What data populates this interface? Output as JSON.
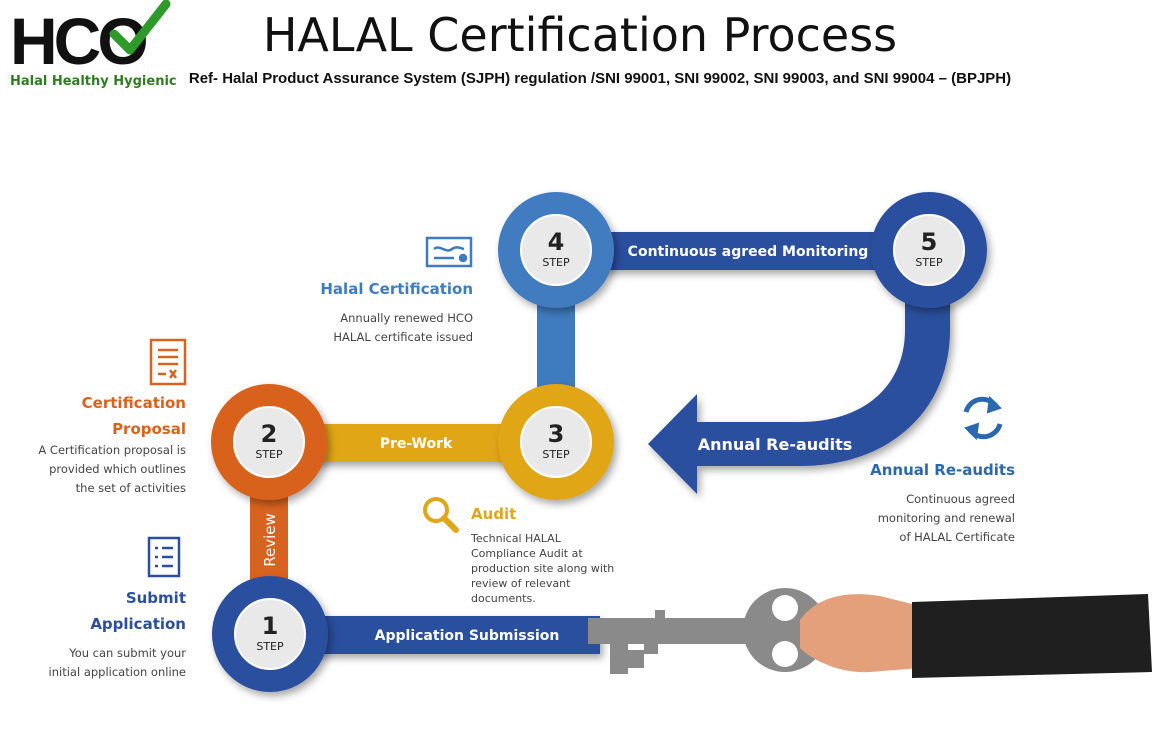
{
  "header": {
    "logo_text": "HCO",
    "logo_tagline": "Halal Healthy Hygienic",
    "title": "HALAL Certification Process",
    "subtitle": "Ref- Halal Product Assurance System (SJPH) regulation /SNI 99001, SNI 99002, SNI 99003, and SNI 99004 – (BPJPH)"
  },
  "colors": {
    "blue_dark": "#2b4f9e",
    "blue_light": "#3f7bbf",
    "orange": "#d8621f",
    "gold": "#e0a615",
    "grey_key": "#8a8a8a"
  },
  "steps": [
    {
      "number": "1",
      "label": "STEP"
    },
    {
      "number": "2",
      "label": "STEP"
    },
    {
      "number": "3",
      "label": "STEP"
    },
    {
      "number": "4",
      "label": "STEP"
    },
    {
      "number": "5",
      "label": "STEP"
    }
  ],
  "connectors": {
    "application_submission": "Application Submission",
    "review": "Review",
    "pre_work": "Pre-Work",
    "continuous_monitoring": "Continuous agreed Monitoring",
    "annual_reaudits": "Annual Re-audits"
  },
  "sections": {
    "submit": {
      "title_line1": "Submit",
      "title_line2": "Application",
      "desc_line1": "You can submit your",
      "desc_line2": "initial application online",
      "icon": "checklist-icon"
    },
    "proposal": {
      "title_line1": "Certification",
      "title_line2": "Proposal",
      "desc_line1": "A Certification proposal is",
      "desc_line2": "provided which outlines",
      "desc_line3": "the set of activities",
      "icon": "document-icon"
    },
    "certification": {
      "title": "Halal Certification",
      "desc_line1": "Annually renewed HCO",
      "desc_line2": "HALAL certificate issued",
      "icon": "certificate-icon"
    },
    "audit": {
      "title": "Audit",
      "desc_line1": "Technical HALAL",
      "desc_line2": "Compliance Audit at",
      "desc_line3": "production site along with",
      "desc_line4": "review of relevant",
      "desc_line5": "documents.",
      "icon": "magnifier-icon"
    },
    "reaudits": {
      "title": "Annual Re-audits",
      "desc_line1": "Continuous agreed",
      "desc_line2": "monitoring and renewal",
      "desc_line3": "of HALAL Certificate",
      "icon": "refresh-icon"
    }
  }
}
